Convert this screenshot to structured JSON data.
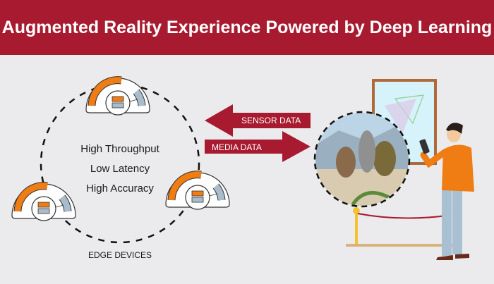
{
  "header": {
    "title": "Augmented Reality Experience Powered by Deep Learning"
  },
  "edge": {
    "features": [
      "High Throughput",
      "Low Latency",
      "High Accuracy"
    ],
    "label": "EDGE DEVICES"
  },
  "arrows": {
    "sensor": "SENSOR DATA",
    "media": "MEDIA DATA"
  },
  "colors": {
    "brand": "#a81a2f",
    "orange": "#f07c14",
    "gray_blue": "#a9bccb"
  }
}
